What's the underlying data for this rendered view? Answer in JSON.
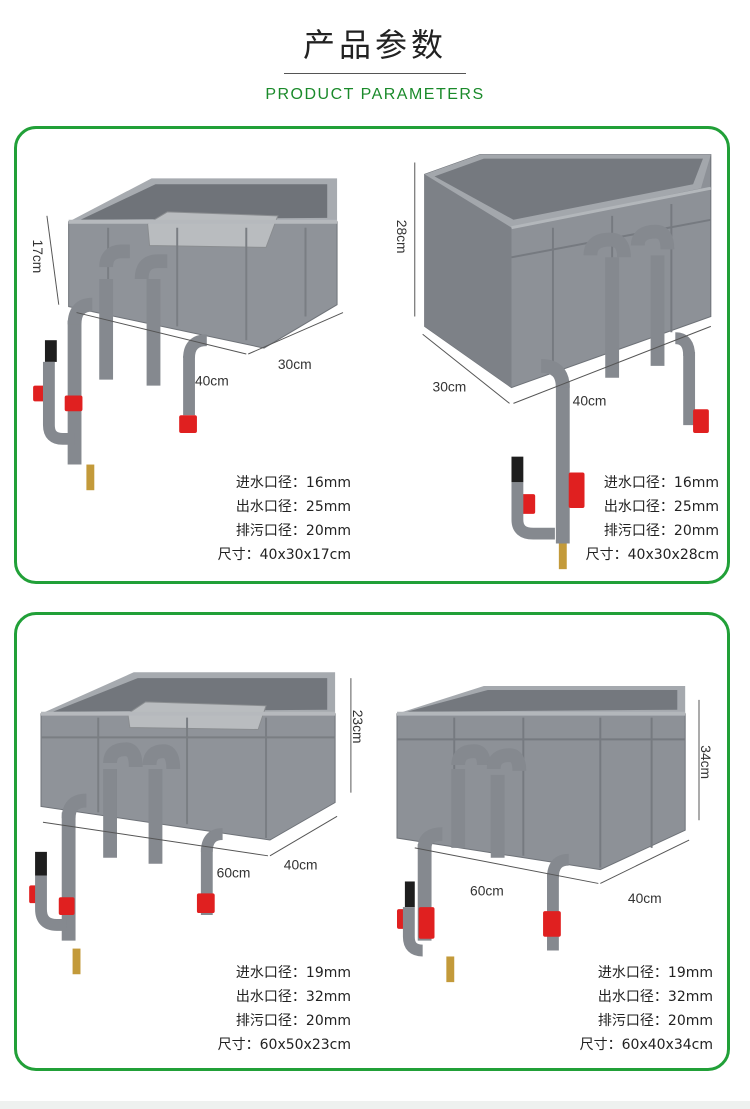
{
  "header": {
    "title_cn": "产品参数",
    "title_en": "PRODUCT PARAMETERS"
  },
  "colors": {
    "accent": "#21a038",
    "box_gray": "#8d9197",
    "pipe_gray": "#8a8f95",
    "valve_red": "#e02020"
  },
  "products": [
    {
      "dims": {
        "height": "17cm",
        "width": "30cm",
        "length": "40cm"
      },
      "specs": [
        "进水口径：16mm",
        "出水口径：25mm",
        "排污口径：20mm",
        "尺寸：40x30x17cm"
      ]
    },
    {
      "dims": {
        "height": "28cm",
        "width": "30cm",
        "length": "40cm"
      },
      "specs": [
        "进水口径：16mm",
        "出水口径：25mm",
        "排污口径：20mm",
        "尺寸：40x30x28cm"
      ]
    },
    {
      "dims": {
        "height": "23cm",
        "width": "40cm",
        "length": "60cm"
      },
      "specs": [
        "进水口径：19mm",
        "出水口径：32mm",
        "排污口径：20mm",
        "尺寸：60x50x23cm"
      ]
    },
    {
      "dims": {
        "height": "34cm",
        "width": "40cm",
        "length": "60cm"
      },
      "specs": [
        "进水口径：19mm",
        "出水口径：32mm",
        "排污口径：20mm",
        "尺寸：60x40x34cm"
      ]
    }
  ]
}
